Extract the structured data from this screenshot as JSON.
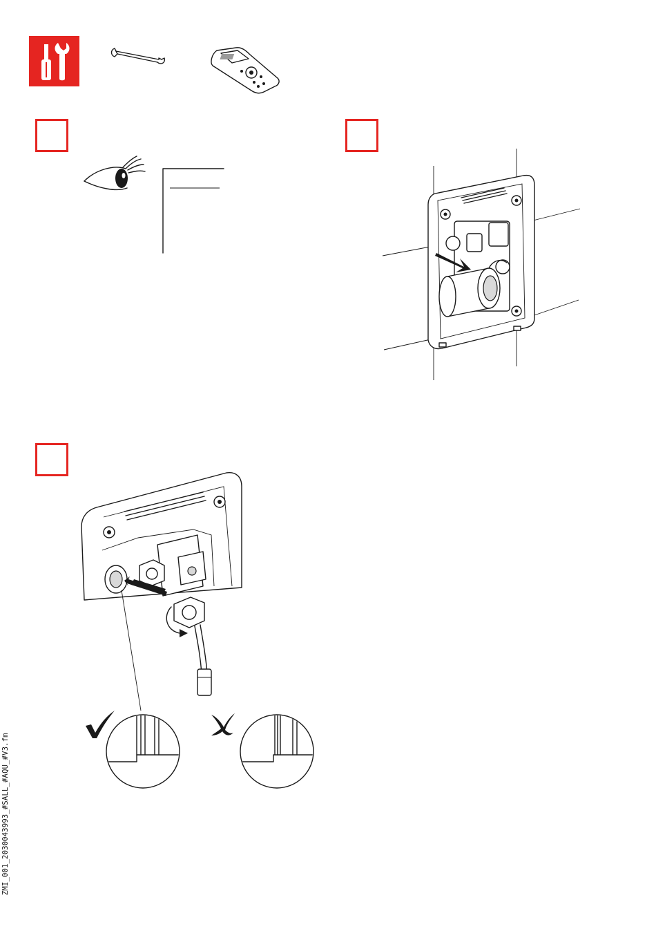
{
  "header": {
    "tools_badge": {
      "icon": "tools-icon",
      "color": "#e52521"
    },
    "tools": [
      {
        "icon": "open-end-wrench-icon"
      },
      {
        "icon": "remote-control-icon"
      }
    ]
  },
  "steps": [
    {
      "icon": "inspection-eye-icon",
      "border_color": "#e52521"
    },
    {
      "icon": "installation-box-icon",
      "border_color": "#e52521"
    },
    {
      "icon": "solenoid-valve-icon",
      "border_color": "#e52521"
    }
  ],
  "result_indicators": [
    {
      "icon": "check-mark-icon",
      "meaning": "correct"
    },
    {
      "icon": "cross-mark-icon",
      "meaning": "incorrect"
    }
  ],
  "footer": {
    "document_code": "ZMI_001_2030043993_#SALL_#AQU_#V3.fm"
  }
}
